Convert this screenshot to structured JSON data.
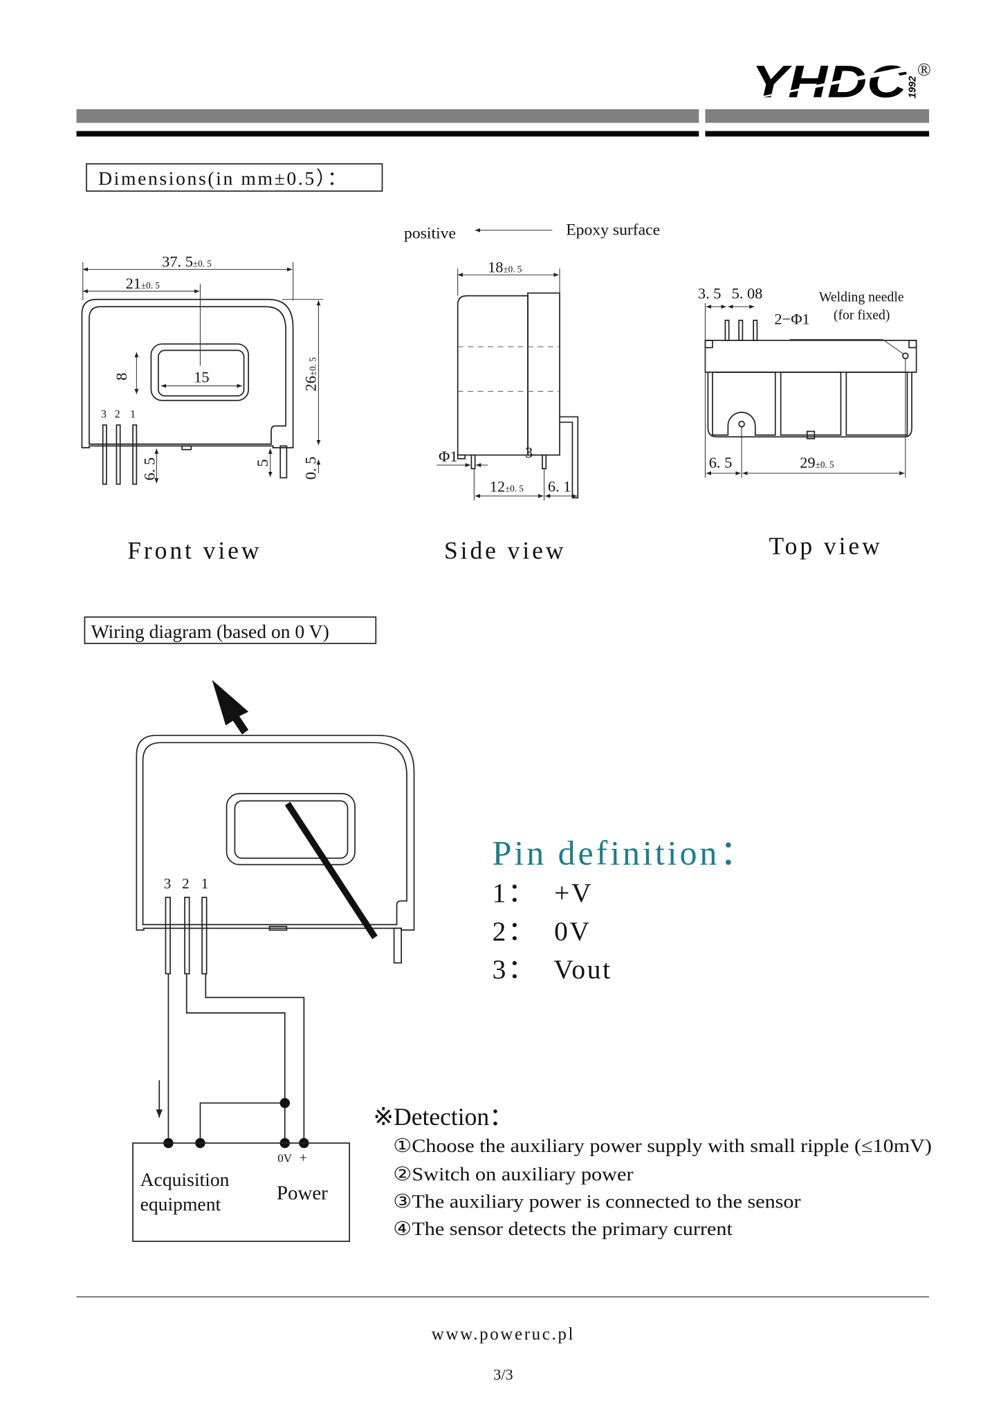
{
  "logo": {
    "text": "YHDC",
    "year": "1992",
    "registered": "®"
  },
  "dimensions_heading": "Dimensions(in mm±0.5）：",
  "direction": {
    "positive": "positive",
    "epoxy": "Epoxy surface"
  },
  "front_view": {
    "title": "Front view",
    "width": "37. 5",
    "width_tol": "±0. 5",
    "center": "21",
    "center_tol": "±0. 5",
    "height": "26",
    "height_tol": "±0. 5",
    "window_h": "8",
    "window_w": "15",
    "pins": [
      "3",
      "2",
      "1"
    ],
    "pin_len": "6. 5",
    "fix_pin": "5",
    "gap": "0. 5"
  },
  "side_view": {
    "title": "Side view",
    "depth": "18",
    "depth_tol": "±0. 5",
    "pin_dia": "Φ1",
    "offset": "3",
    "spacing": "12",
    "spacing_tol": "±0. 5",
    "rear": "6. 1"
  },
  "top_view": {
    "title": "Top view",
    "pitch1": "3. 5",
    "pitch2": "5. 08",
    "needle": "2−Φ1",
    "welding_needle": "Welding needle",
    "for_fixed": "(for fixed)",
    "left": "6. 5",
    "span": "29",
    "span_tol": "±0. 5"
  },
  "wiring_heading": "Wiring diagram (based on 0 V)",
  "wiring": {
    "pins": [
      "3",
      "2",
      "1"
    ],
    "zero_v": "0V",
    "plus": "+",
    "acq_line1": "Acquisition",
    "acq_line2": "equipment",
    "power": "Power"
  },
  "pin_definition": {
    "title": "Pin definition：",
    "color": "#1a7d8c",
    "items": [
      "1：  +V",
      "2：  0V",
      "3：  Vout"
    ]
  },
  "detection": {
    "title": "※Detection：",
    "items": [
      "①Choose the auxiliary power supply with small ripple (≤10mV)",
      "②Switch on auxiliary power",
      "③The auxiliary power is connected to the sensor",
      "④The sensor detects the primary current"
    ]
  },
  "footer": {
    "url": "www.poweruc.pl",
    "page": "3/3"
  }
}
